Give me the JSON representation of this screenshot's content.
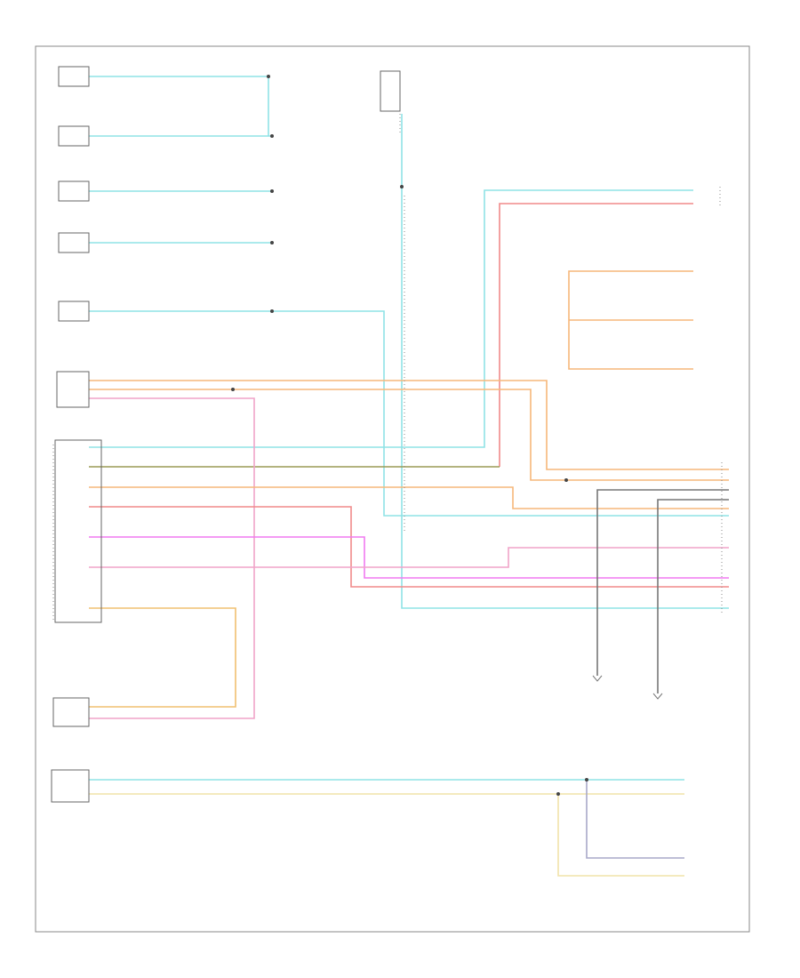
{
  "diagram": {
    "footer_code": "",
    "modules": [
      {
        "key": "rear_pressure",
        "name": "",
        "pin": ""
      },
      {
        "key": "frontal_sensor",
        "name": "",
        "pin": ""
      },
      {
        "key": "trip_module",
        "name": "",
        "pin": ""
      },
      {
        "key": "rim_module",
        "name": "",
        "pin": ""
      },
      {
        "key": "pcm_sense",
        "name": "",
        "pin": ""
      },
      {
        "key": "overdrive",
        "name": "",
        "pin": ""
      },
      {
        "key": "pcm_main",
        "name": "",
        "pin": ""
      },
      {
        "key": "power_mirror",
        "name": "",
        "pin": ""
      },
      {
        "key": "scp_splice",
        "name": "",
        "pin": ""
      },
      {
        "key": "data_link",
        "name": "",
        "pin": ""
      }
    ],
    "wire_colors": {
      "lt_blue": "#8fe3e6",
      "orange": "#f6b77a",
      "dark_olive": "#9a9a55",
      "red_pink": "#f08a8a",
      "magenta": "#f07af0",
      "pink": "#f0a3c8",
      "yellow": "#f1e3a8",
      "orange_tan": "#f0c070",
      "gray_violet": "#a8a8c8",
      "black": "#777777"
    }
  }
}
